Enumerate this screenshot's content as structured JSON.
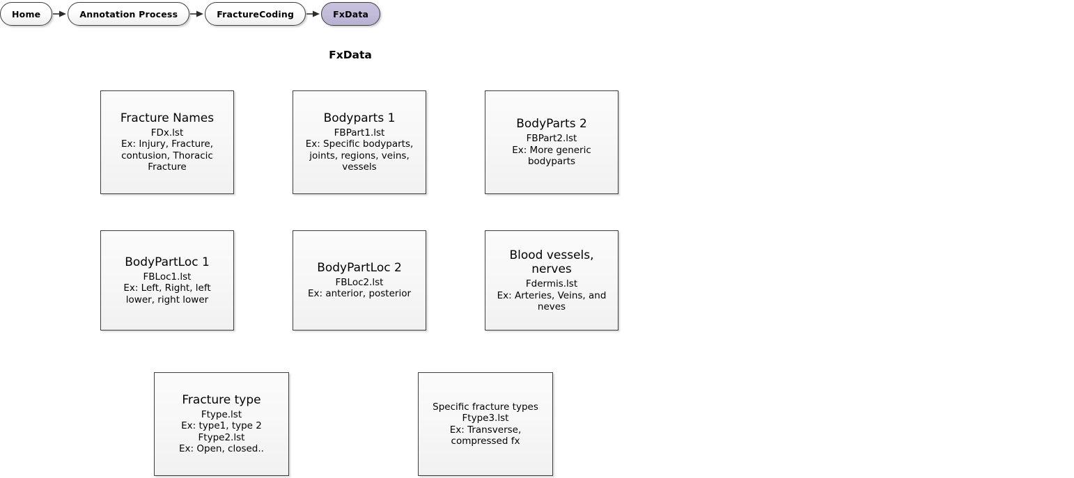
{
  "breadcrumb": {
    "items": [
      {
        "label": "Home",
        "active": false
      },
      {
        "label": "Annotation Process",
        "active": false
      },
      {
        "label": "FractureCoding",
        "active": false
      },
      {
        "label": "FxData",
        "active": true
      }
    ]
  },
  "diagram": {
    "title": "FxData",
    "colors": {
      "active_crumb_fill": "#c3bcda",
      "box_fill": "#f7f7f7",
      "box_border": "#3d3d3d",
      "text": "#000000"
    },
    "nodes": [
      {
        "id": "fracture-names",
        "title": "Fracture Names",
        "file": "FDx.lst",
        "example": "Ex: Injury, Fracture,\ncontusion, Thoracic\nFracture",
        "extra_file": "",
        "extra_example": "",
        "small_title": false
      },
      {
        "id": "bodyparts-1",
        "title": "Bodyparts 1",
        "file": "FBPart1.lst",
        "example": "Ex: Specific bodyparts,\njoints, regions, veins,\nvessels",
        "extra_file": "",
        "extra_example": "",
        "small_title": false
      },
      {
        "id": "bodyparts-2",
        "title": "BodyParts 2",
        "file": "FBPart2.lst",
        "example": "Ex: More generic\nbodyparts",
        "extra_file": "",
        "extra_example": "",
        "small_title": false
      },
      {
        "id": "bodypartloc-1",
        "title": "BodyPartLoc 1",
        "file": "FBLoc1.lst",
        "example": "Ex: Left, Right, left\nlower, right lower",
        "extra_file": "",
        "extra_example": "",
        "small_title": false
      },
      {
        "id": "bodypartloc-2",
        "title": "BodyPartLoc 2",
        "file": "FBLoc2.lst",
        "example": "Ex: anterior, posterior",
        "extra_file": "",
        "extra_example": "",
        "small_title": false
      },
      {
        "id": "blood-vessels-nerves",
        "title": "Blood vessels,\nnerves",
        "file": "Fdermis.lst",
        "example": "Ex: Arteries, Veins, and\nneves",
        "extra_file": "",
        "extra_example": "",
        "small_title": false
      },
      {
        "id": "fracture-type",
        "title": "Fracture type",
        "file": "Ftype.lst",
        "example": "Ex: type1, type 2",
        "extra_file": "Ftype2.lst",
        "extra_example": "Ex: Open, closed..",
        "small_title": false
      },
      {
        "id": "specific-fracture-types",
        "title": "Specific fracture types",
        "file": "Ftype3.lst",
        "example": "Ex: Transverse,\ncompressed fx",
        "extra_file": "",
        "extra_example": "",
        "small_title": true
      }
    ]
  }
}
